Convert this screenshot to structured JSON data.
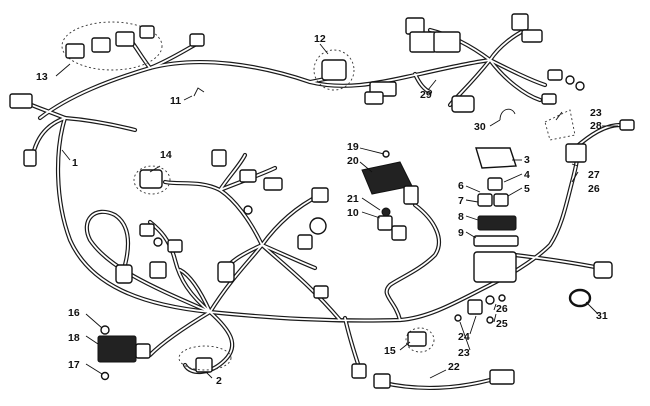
{
  "callouts": {
    "c1": "1",
    "c2": "2",
    "c3": "3",
    "c4": "4",
    "c5": "5",
    "c6": "6",
    "c7": "7",
    "c8": "8",
    "c9": "9",
    "c10": "10",
    "c11": "11",
    "c12": "12",
    "c13": "13",
    "c14": "14",
    "c15": "15",
    "c16": "16",
    "c17": "17",
    "c18": "18",
    "c19": "19",
    "c20": "20",
    "c21": "21",
    "c22": "22",
    "c23a": "23",
    "c23b": "23",
    "c24": "24",
    "c25": "25",
    "c26a": "26",
    "c26b": "26",
    "c27": "27",
    "c28": "28",
    "c29": "29",
    "c30": "30",
    "c31": "31"
  }
}
